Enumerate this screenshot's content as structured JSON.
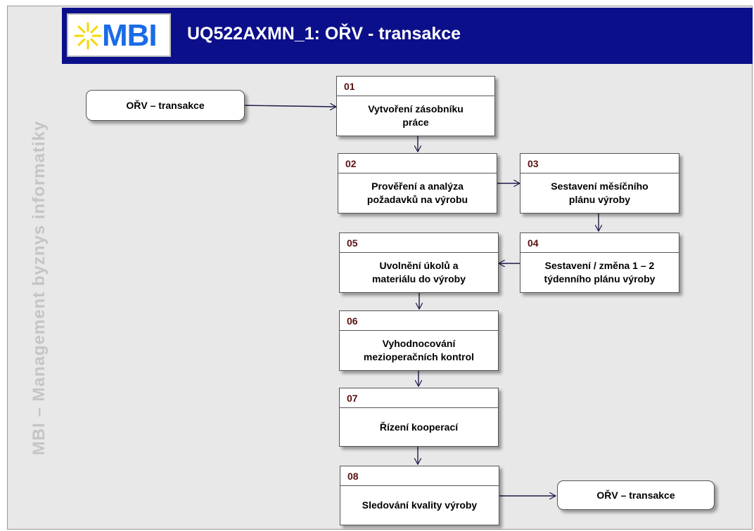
{
  "header": {
    "logo_text": "MBI",
    "title": "UQ522AXMN_1: OŘV - transakce"
  },
  "sidebar": {
    "text": "MBI – Management byznys informatiky"
  },
  "terminals": {
    "start": "OŘV – transakce",
    "end": "OŘV – transakce"
  },
  "steps": [
    {
      "num": "01",
      "label": "Vytvoření zásobníku\npráce"
    },
    {
      "num": "02",
      "label": "Prověření a analýza\npožadavků na výrobu"
    },
    {
      "num": "03",
      "label": "Sestavení měsíčního\nplánu výroby"
    },
    {
      "num": "04",
      "label": "Sestavení / změna 1 – 2\ntýdenního plánu výroby"
    },
    {
      "num": "05",
      "label": "Uvolnění úkolů a\nmateriálu do výroby"
    },
    {
      "num": "06",
      "label": "Vyhodnocování\nmezioperačních kontrol"
    },
    {
      "num": "07",
      "label": "Řízení  kooperací"
    },
    {
      "num": "08",
      "label": "Sledování kvality výroby"
    }
  ],
  "colors": {
    "header_bg": "#0c0f8a",
    "logo_text": "#1a6be8",
    "logo_sun": "#f5d800",
    "step_number": "#5a1010",
    "arrow": "#1a1a4a"
  }
}
